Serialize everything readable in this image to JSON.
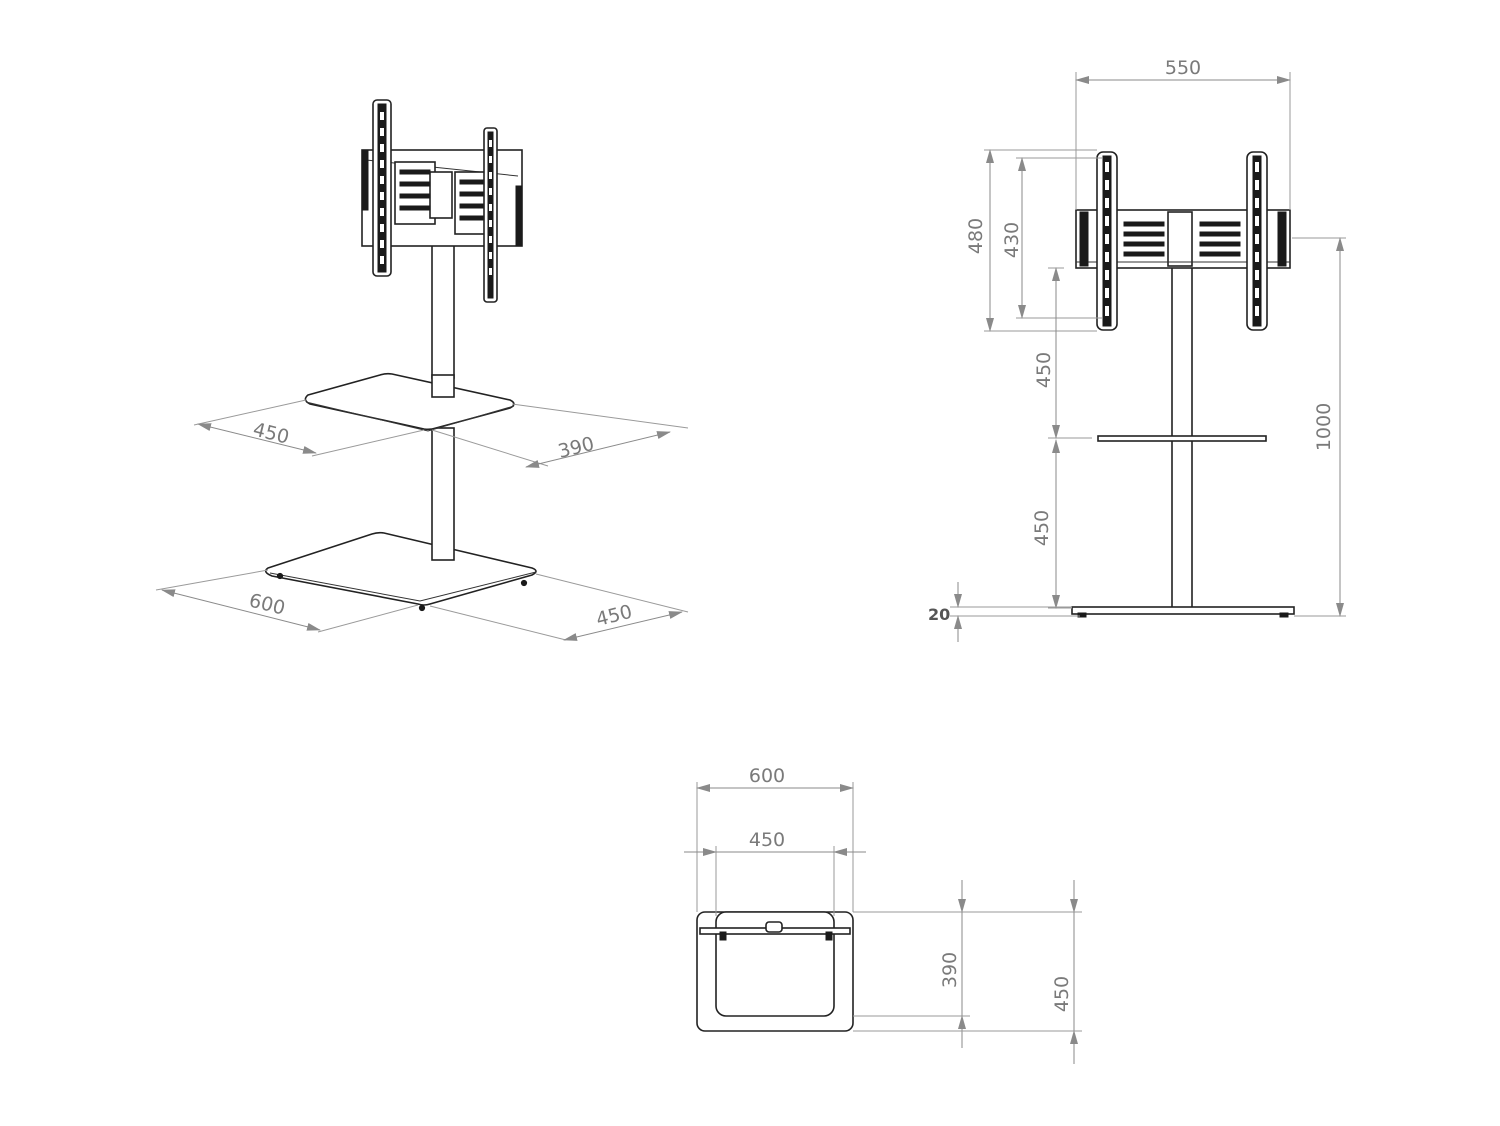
{
  "palette": {
    "line": "#222222",
    "dimension": "#8a8a8a",
    "text": "#7a7a7a",
    "background": "#ffffff"
  },
  "isometric_view": {
    "upper_shelf_width": "450",
    "upper_shelf_depth": "390",
    "base_width": "600",
    "base_depth": "450"
  },
  "front_view": {
    "bracket_width": "550",
    "bracket_height": "480",
    "bracket_inner_height": "430",
    "shelf_to_bracket": "450",
    "base_to_shelf": "450",
    "total_height": "1000",
    "base_thickness": "20"
  },
  "top_view": {
    "base_width": "600",
    "shelf_width": "450",
    "shelf_depth": "390",
    "base_depth": "450"
  }
}
